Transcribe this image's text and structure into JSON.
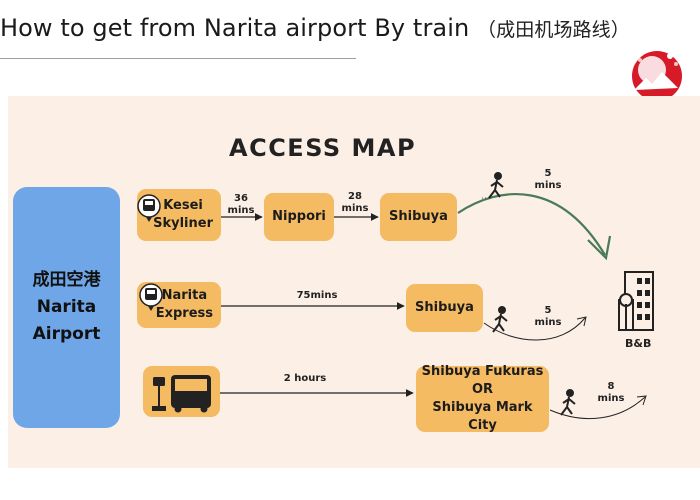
{
  "header": {
    "title": "How to get from Narita airport By train",
    "title_cn": "（成田机场路线）"
  },
  "map": {
    "heading": "ACCESS MAP",
    "airport": {
      "line1": "成田空港",
      "line2": "Narita",
      "line3": "Airport"
    },
    "destination": "B&B",
    "route1": {
      "mode": "Kesei Skyliner",
      "mode_l1": "Kesei",
      "mode_l2": "Skyliner",
      "seg1_num": "36",
      "seg1_unit": "mins",
      "stop1": "Nippori",
      "seg2_num": "28",
      "seg2_unit": "mins",
      "stop2": "Shibuya",
      "walk_num": "5",
      "walk_unit": "mins"
    },
    "route2": {
      "mode_l1": "Narita",
      "mode_l2": "Express",
      "seg1": "75mins",
      "stop1": "Shibuya",
      "walk_num": "5",
      "walk_unit": "mins"
    },
    "route3": {
      "seg1": "2 hours",
      "stop_l1": "Shibuya Fukuras",
      "stop_l2": "OR",
      "stop_l3": "Shibuya Mark City",
      "walk_num": "8",
      "walk_unit": "mins"
    }
  },
  "colors": {
    "panel": "#fcefe6",
    "box": "#f5bb63",
    "airport": "#6fa6e8",
    "arrow": "#4c7a58"
  }
}
